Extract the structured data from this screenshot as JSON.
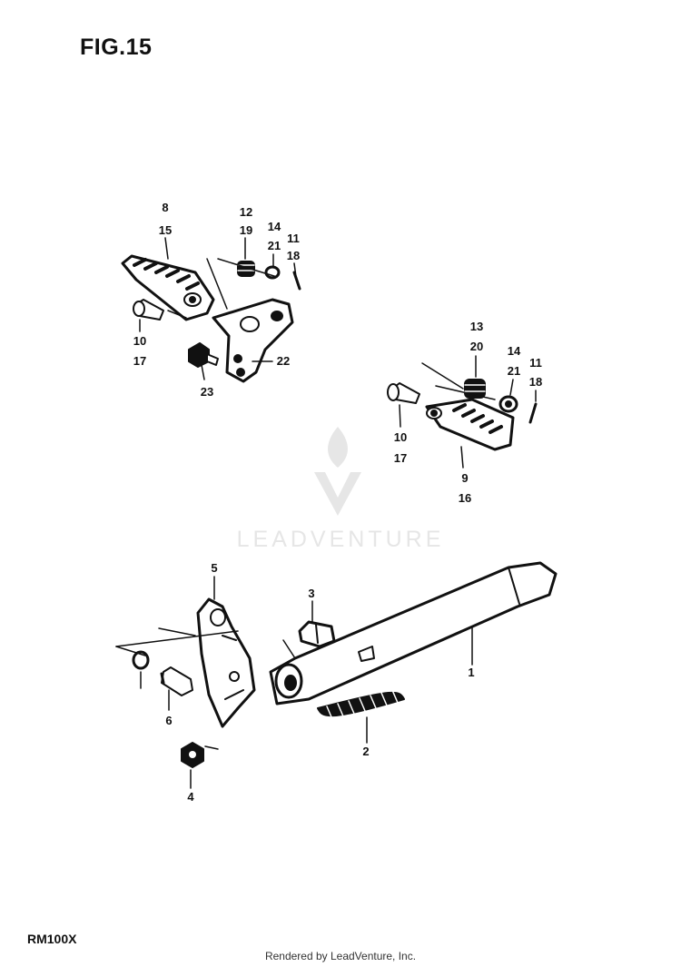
{
  "header": {
    "figure_title": "FIG.15"
  },
  "footer": {
    "model_code": "RM100X",
    "rendered_by": "Rendered by LeadVenture, Inc."
  },
  "watermark": {
    "brand": "LEADVENTURE",
    "color": "#e6e6e6"
  },
  "colors": {
    "ink": "#111111",
    "paper": "#ffffff"
  },
  "callouts": {
    "n1": "1",
    "n2": "2",
    "n3": "3",
    "n4": "4",
    "n5": "5",
    "n6": "6",
    "n8": "8",
    "n15": "15",
    "n12": "12",
    "n19": "19",
    "n14a": "14",
    "n21a": "21",
    "n11a": "11",
    "n18a": "18",
    "n10a": "10",
    "n17a": "17",
    "n22": "22",
    "n23": "23",
    "n13": "13",
    "n20": "20",
    "n14b": "14",
    "n21b": "21",
    "n11b": "11",
    "n18b": "18",
    "n10b": "10",
    "n17b": "17",
    "n9": "9",
    "n16": "16"
  }
}
